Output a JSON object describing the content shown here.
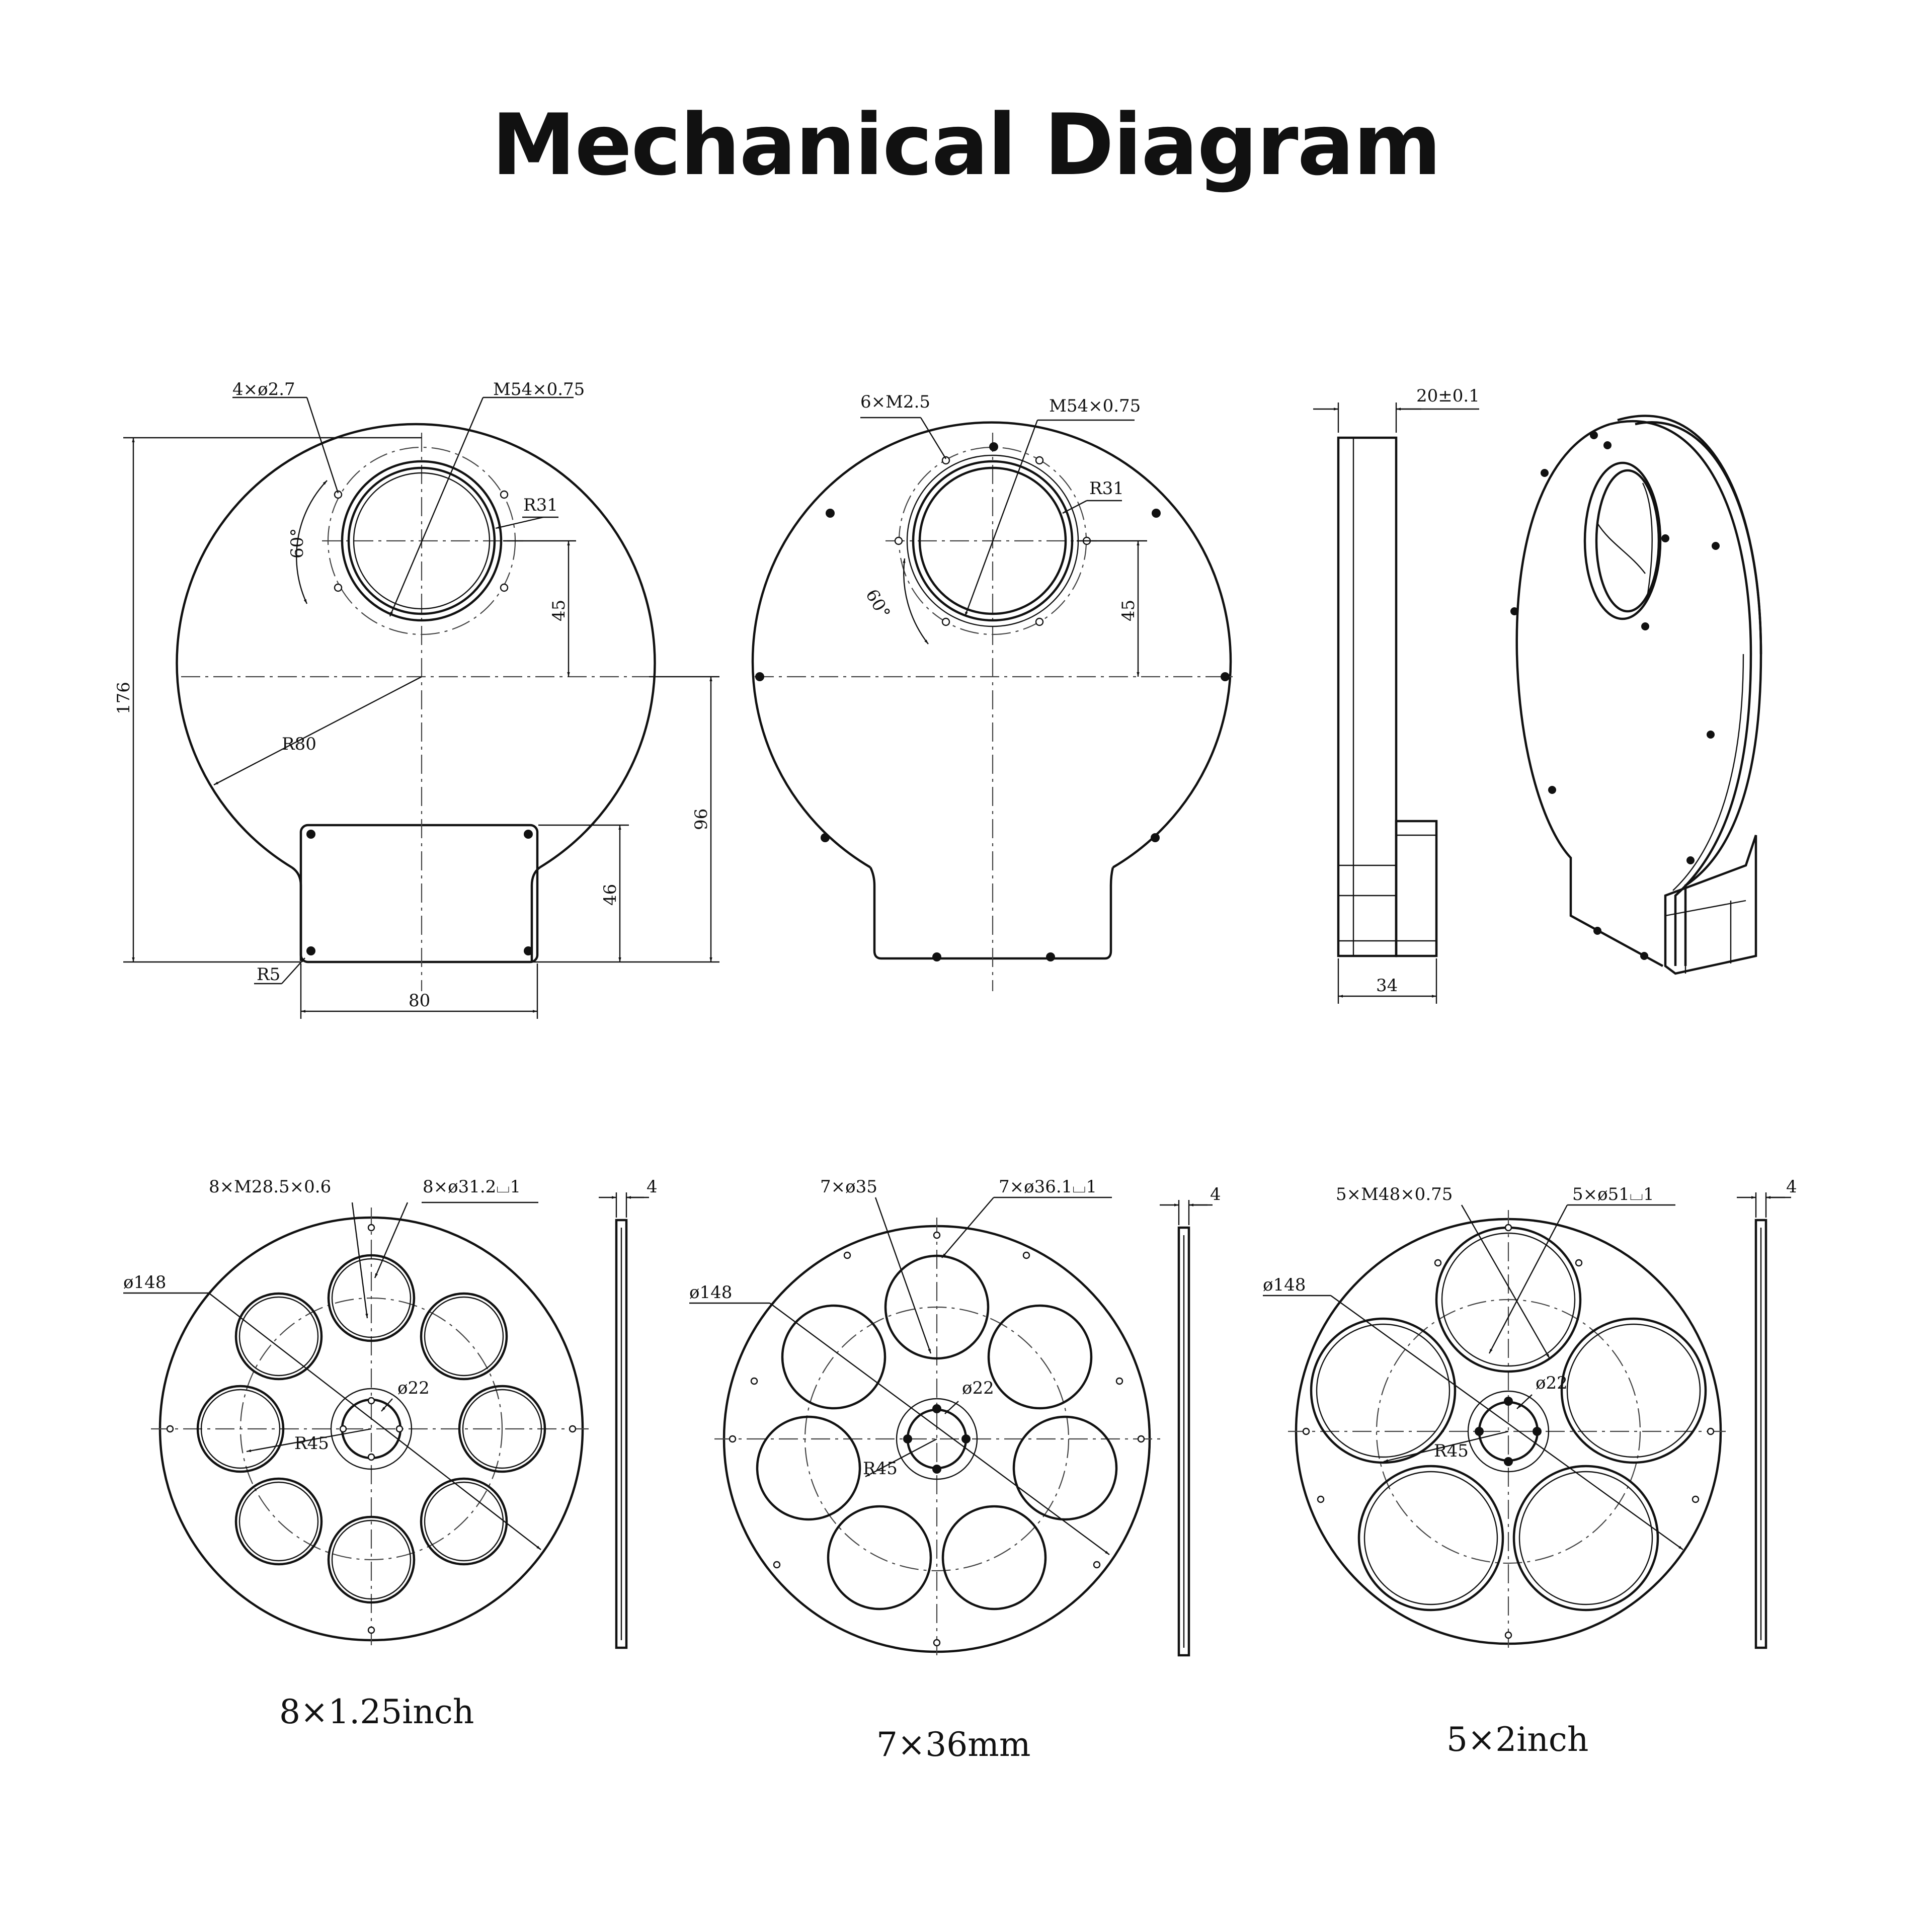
{
  "title": "Mechanical Diagram",
  "front_view": {
    "hole_label": "4×ø2.7",
    "thread_label": "M54×0.75",
    "radius_small": "R31",
    "angle": "60°",
    "offset": "45",
    "height": "176",
    "radius_large": "R80",
    "bottom_offset": "96",
    "box_height": "46",
    "corner_radius": "R5",
    "box_width": "80"
  },
  "back_view": {
    "screw_label": "6×M2.5",
    "thread_label": "M54×0.75",
    "radius_small": "R31",
    "angle": "60°",
    "offset": "45"
  },
  "side_view": {
    "thickness": "20±0.1",
    "depth": "34"
  },
  "wheels": [
    {
      "thread_label": "8×M28.5×0.6",
      "recess_label": "8×ø31.2⌴1",
      "diameter": "ø148",
      "hub": "ø22",
      "pitch_radius": "R45",
      "thickness": "4",
      "caption": "8×1.25inch"
    },
    {
      "thread_label": "7×ø35",
      "recess_label": "7×ø36.1⌴1",
      "diameter": "ø148",
      "hub": "ø22",
      "pitch_radius": "R45",
      "thickness": "4",
      "caption": "7×36mm"
    },
    {
      "thread_label": "5×M48×0.75",
      "recess_label": "5×ø51⌴1",
      "diameter": "ø148",
      "hub": "ø22",
      "pitch_radius": "R45",
      "thickness": "4",
      "caption": "5×2inch"
    }
  ]
}
